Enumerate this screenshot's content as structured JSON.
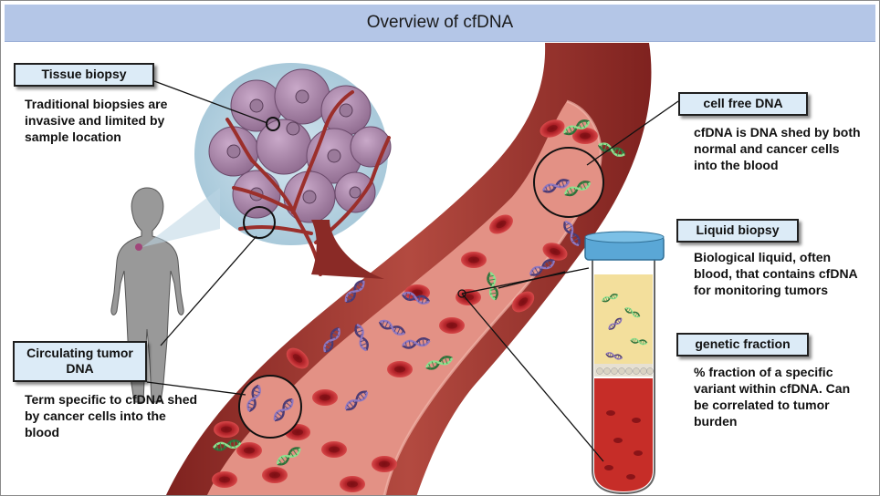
{
  "title": "Overview of cfDNA",
  "callouts": {
    "tissue_biopsy": {
      "label": "Tissue biopsy",
      "description": "Traditional biopsies are invasive and limited by sample location"
    },
    "cell_free_dna": {
      "label": "cell free DNA",
      "description": "cfDNA is DNA shed by both normal and cancer cells into the blood"
    },
    "liquid_biopsy": {
      "label": "Liquid biopsy",
      "description": "Biological liquid, often blood, that contains cfDNA for monitoring tumors"
    },
    "genetic_fraction": {
      "label": "genetic fraction",
      "description": "% fraction of a specific variant within  cfDNA. Can be correlated to tumor burden"
    },
    "circulating_tumor_dna": {
      "label": "Circulating tumor DNA",
      "description": "Term specific to cfDNA shed by cancer cells into the blood"
    }
  },
  "colors": {
    "title_bar": "#b4c6e7",
    "label_box": "#dcebf7",
    "vessel_wall": "#a9463f",
    "blood_plasma": "#e49187",
    "red_blood_cell": "#a31d22",
    "tumor_dna": "#6c4f9a",
    "normal_dna": "#7ed27e",
    "tube_cap": "#5aa7d6",
    "plasma_layer": "#f3df9c"
  }
}
